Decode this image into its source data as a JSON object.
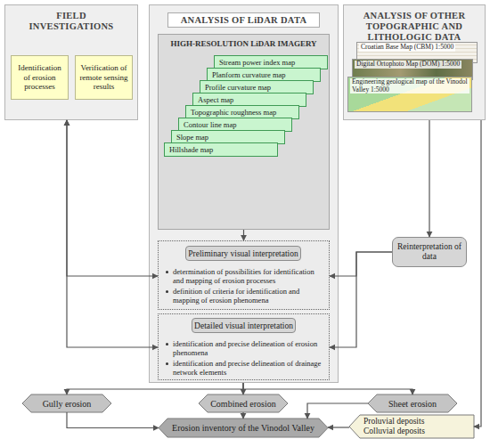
{
  "diagram": {
    "nodes": [
      {
        "text": [
          "FIELD INVESTIGATIONS"
        ]
      },
      {
        "text": [
          "Identification of erosion processes"
        ],
        "in": 0
      },
      {
        "text": [
          "Verification of remote sensing results"
        ],
        "in": 0
      },
      {
        "text": [
          "ANALYSIS OF LiDAR DATA"
        ]
      },
      {
        "text": [
          "HIGH-RESOLUTION LiDAR IMAGERY"
        ],
        "in": 3
      },
      {
        "text": [
          "Stream power index map"
        ],
        "in": 4
      },
      {
        "text": [
          "Planform curvature map"
        ],
        "in": 4
      },
      {
        "text": [
          "Profile curvature map"
        ],
        "in": 4
      },
      {
        "text": [
          "Aspect map"
        ],
        "in": 4
      },
      {
        "text": [
          "Topographic roughness map"
        ],
        "in": 4
      },
      {
        "text": [
          "Contour line map"
        ],
        "in": 4
      },
      {
        "text": [
          "Slope map"
        ],
        "in": 4
      },
      {
        "text": [
          "Hillshade map"
        ],
        "in": 4
      },
      {
        "text": [
          "determination of possibilities for identification and mapping of erosion processes",
          "definition of criteria for identification and mapping of erosion phenomena"
        ],
        "in": 3
      },
      {
        "text": [
          "Preliminary visual interpretation"
        ],
        "in": 13
      },
      {
        "text": [
          "identification and precise delineation of erosion phenomena",
          "identification and precise delineation of drainage network elements"
        ],
        "in": 3
      },
      {
        "text": [
          "Detailed visual interpretation"
        ],
        "in": 15
      },
      {
        "text": [
          "ANALYSIS OF OTHER TOPOGRAPHIC AND LITHOLOGIC DATA"
        ]
      },
      {
        "text": [
          "Croatian Base Map (CBM) 1:5000"
        ],
        "in": 17
      },
      {
        "text": [
          "Digital Ortophoto Map (DOM) 1:5000"
        ],
        "in": 17
      },
      {
        "text": [
          "Engineering geological map of the Vinodol Valley 1:5000"
        ],
        "in": 17
      },
      {
        "text": [
          "Reinterpretation of data"
        ]
      },
      {
        "text": [
          "Gully erosion"
        ]
      },
      {
        "text": [
          "Combined erosion"
        ]
      },
      {
        "text": [
          "Sheet erosion"
        ]
      },
      {
        "text": [
          "Erosion inventory of the Vinodol Valley"
        ]
      },
      {
        "text": [
          "Proluvial deposits",
          "Colluvial deposits"
        ]
      }
    ],
    "edges": [
      {
        "from": 0,
        "to": 13,
        "arrow": "both"
      },
      {
        "from": 0,
        "to": 15,
        "arrow": "both"
      },
      {
        "from": 4,
        "to": 13,
        "arrow": "to"
      },
      {
        "from": 21,
        "to": 13,
        "arrow": "to"
      },
      {
        "from": 21,
        "to": 15,
        "arrow": "to"
      },
      {
        "from": 17,
        "to": 21,
        "arrow": "to"
      },
      {
        "from": 3,
        "to": 22,
        "arrow": "to"
      },
      {
        "from": 3,
        "to": 23,
        "arrow": "to"
      },
      {
        "from": 3,
        "to": 24,
        "arrow": "to"
      },
      {
        "from": 22,
        "to": 25,
        "arrow": "to"
      },
      {
        "from": 23,
        "to": 25,
        "arrow": "to"
      },
      {
        "from": 24,
        "to": 25,
        "arrow": "to"
      },
      {
        "from": 26,
        "to": 25,
        "arrow": "to"
      },
      {
        "from": 17,
        "to": 26,
        "arrow": "to"
      }
    ]
  }
}
